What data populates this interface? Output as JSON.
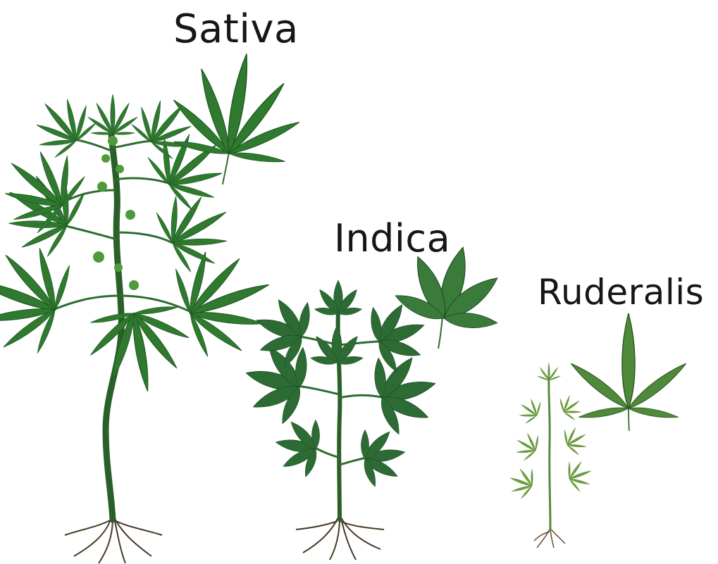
{
  "labels": {
    "sativa": "Sativa",
    "indica": "Indica",
    "ruderalis": "Ruderalis"
  },
  "colors": {
    "background": "#ffffff",
    "text": "#161616",
    "sativa_leaf": "#2f7a2f",
    "indica_leaf": "#2d6b34",
    "ruderalis_leaf": "#6a9f3a",
    "root": "#4a3a28"
  }
}
